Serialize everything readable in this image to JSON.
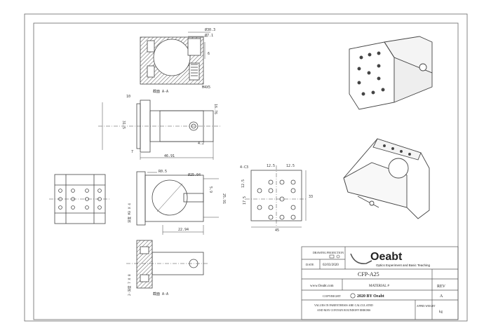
{
  "dimensions": {
    "d30_3": "Ø30.3",
    "d7_1": "Ø7.1",
    "d6": "6",
    "m4": "M4X5",
    "section_aa_top": "截面 A-A",
    "d10": "10",
    "d16_76": "16.76",
    "d31_5": "31.5",
    "d7": "7",
    "d46_91": "46.91",
    "d4_2": "4.2",
    "r0_5": "R0.5",
    "d25_04": "Ø25.04",
    "d5_9": "5.9",
    "d25_91": "25.91",
    "d22_94": "22.94",
    "m3": "4-C3",
    "d12_5a": "12.5",
    "d12_5b": "12.5",
    "d17_5": "17.5",
    "d12_5c": "12.5",
    "d33": "33",
    "d45": "45",
    "side_note_a": "深度 M3 X 4",
    "side_note_b": "2-深度 7 X 8",
    "section_aa_bottom": "截面 A-A"
  },
  "title_block": {
    "drawing_projection_label": "DRAWING PROJECTION",
    "date_label": "DATE",
    "date_value": "02/03/2020",
    "logo_text": "Oeabt",
    "logo_tagline": "Optics Experiment and Basic Teaching",
    "part_number": "CFP-A25",
    "rev_label": "REV",
    "website": "www.Oeabt.com",
    "material_label": "MATERIAL #",
    "rev_value": "A",
    "copyright_label": "COPYRIGHT",
    "copyright_value": "2020 BY Oeabt",
    "approx_weight_label": "APPRX WEIGHT",
    "weight_unit": "kg",
    "note_line1": "VALUES IN PARENTHESIS ARE CALCULATED",
    "note_line2": "AND MAY CONTAIN ROUNDOFF ERRORS"
  },
  "colors": {
    "line": "#444444",
    "hatch": "#666666",
    "border": "#555555"
  }
}
